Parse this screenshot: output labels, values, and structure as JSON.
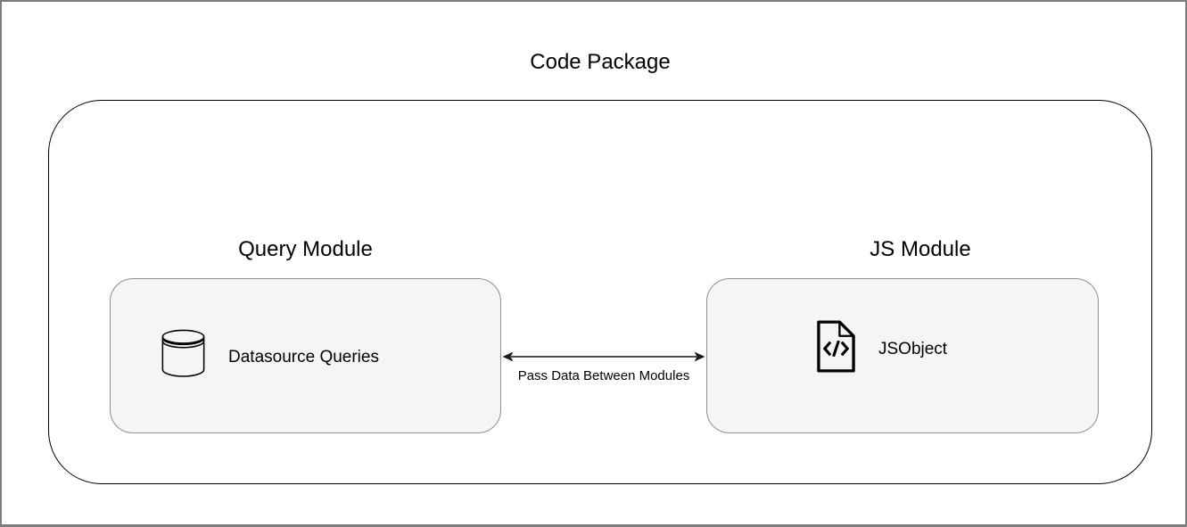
{
  "page": {
    "title": "Code Package"
  },
  "modules": [
    {
      "title": "Query Module",
      "item_label": "Datasource Queries",
      "icon": "database-icon"
    },
    {
      "title": "JS Module",
      "item_label": "JSObject",
      "icon": "code-file-icon"
    }
  ],
  "connector": {
    "label": "Pass Data Between Modules"
  },
  "colors": {
    "box_fill": "#f5f5f5",
    "box_border": "#8f8f8f",
    "container_border": "#000000",
    "arrow_line": "#4d4d4d",
    "arrow_head": "#1a1a1a",
    "text": "#000000",
    "page_border": "#7d7d7d"
  }
}
